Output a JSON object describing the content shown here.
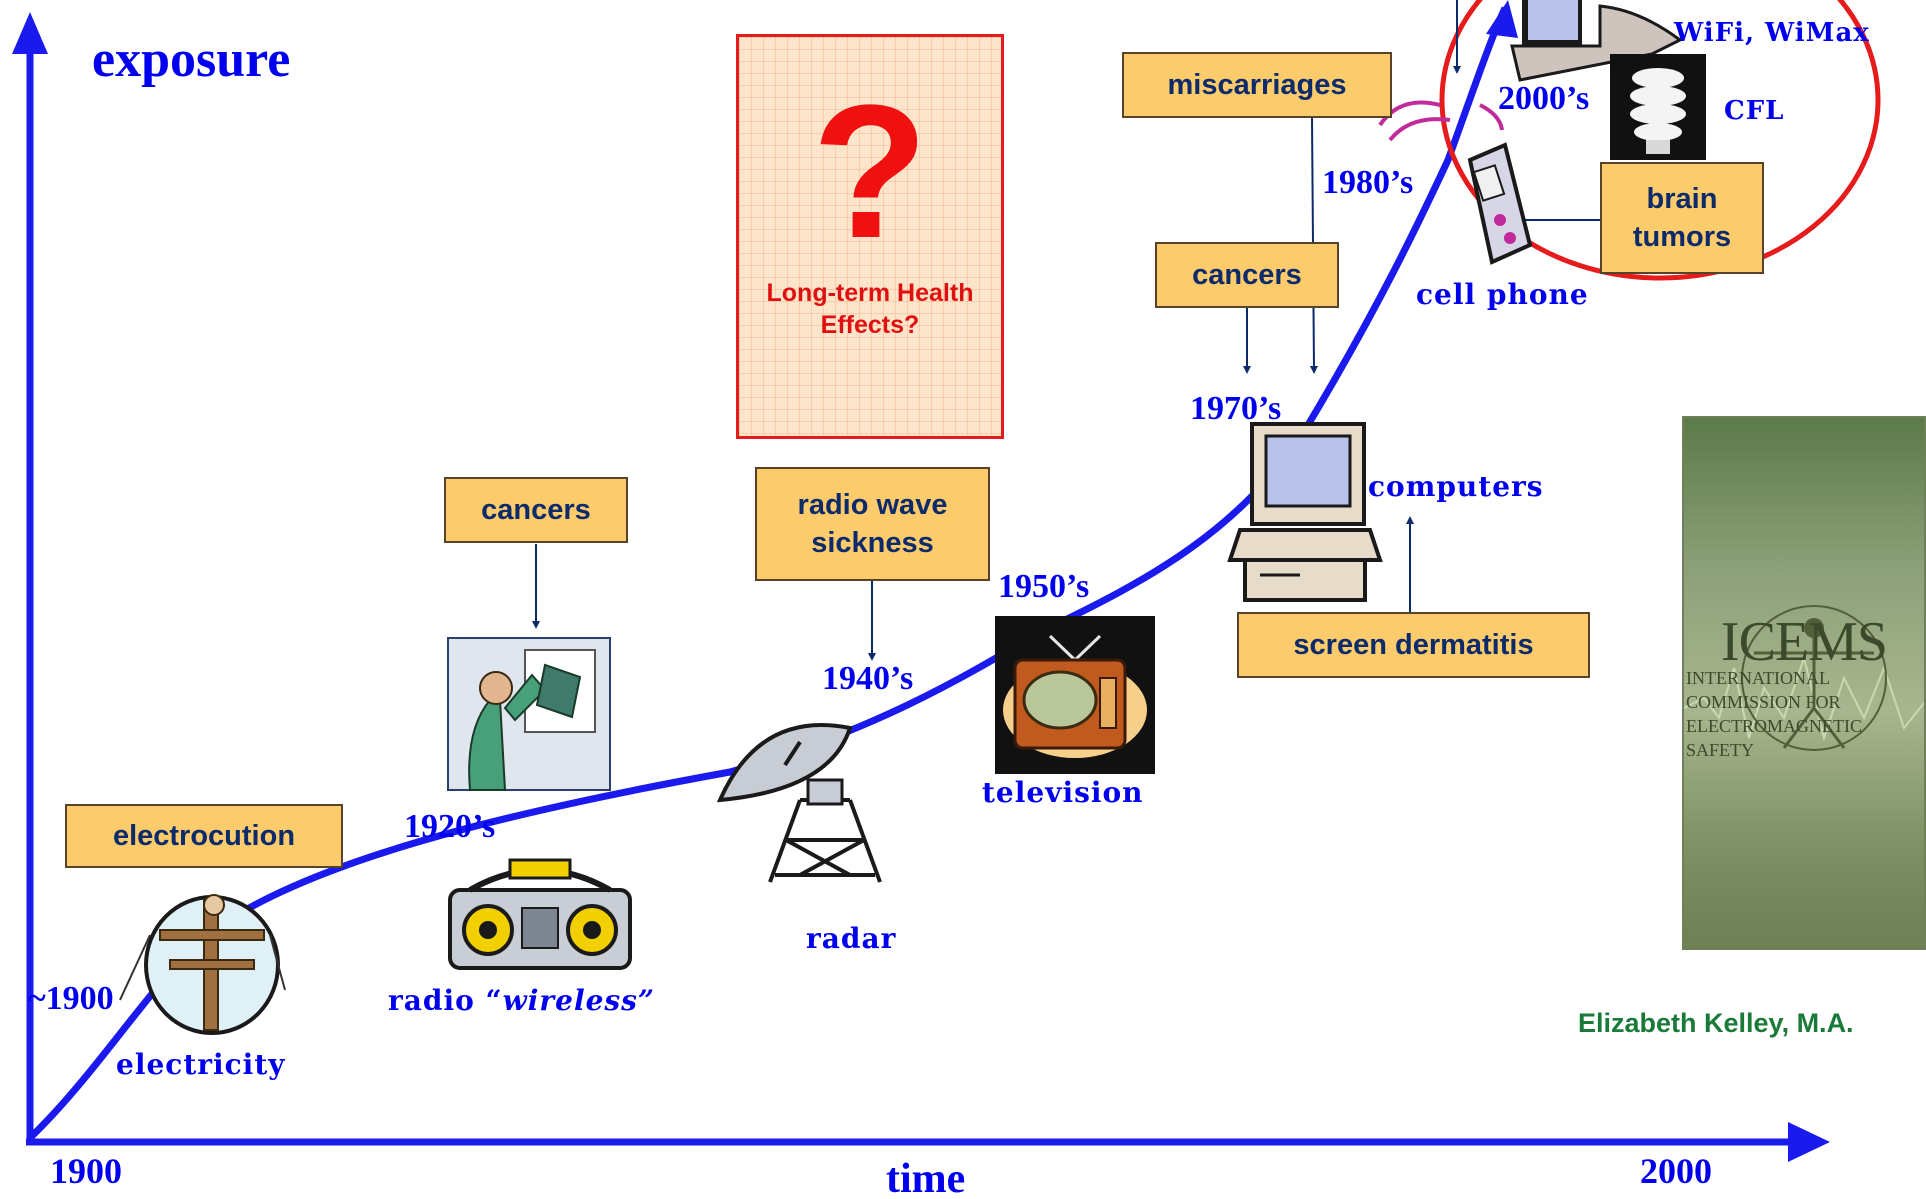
{
  "axes": {
    "y_title": "exposure",
    "x_title": "time",
    "x_start": "1900",
    "x_end": "2000",
    "curve_start": "~1900"
  },
  "eras": [
    "1920’s",
    "1940’s",
    "1950’s",
    "1970’s",
    "1980’s",
    "2000’s"
  ],
  "technologies": {
    "electricity": "electricity",
    "radio_prefix": "radio “",
    "radio_italic": "wireless”",
    "radar": "radar",
    "television": "television",
    "computers": "computers",
    "cell_phone": "cell phone",
    "wifi": "WiFi, WiMax",
    "cfl": "CFL"
  },
  "effects": {
    "electrocution": "electrocution",
    "cancers_1920": "cancers",
    "radio_wave_sickness": "radio wave sickness",
    "cancers_1970": "cancers",
    "miscarriages": "miscarriages",
    "screen_dermatitis": "screen dermatitis",
    "brain_tumors": "brain tumors"
  },
  "question": {
    "mark": "?",
    "text": "Long-term Health Effects?"
  },
  "author": "Elizabeth Kelley, M.A.",
  "icems": {
    "acronym": "ICEMS",
    "line1": "INTERNATIONAL",
    "line2": "COMMISSION FOR",
    "line3": "ELECTROMAGNETIC",
    "line4": "SAFETY"
  },
  "colors": {
    "axis": "#1a1aee",
    "curve": "#1a1aee",
    "effect_box": "#fccb6b",
    "question": "#f01010",
    "highlight_circle": "#e61c1c",
    "author": "#1a7a3a"
  }
}
